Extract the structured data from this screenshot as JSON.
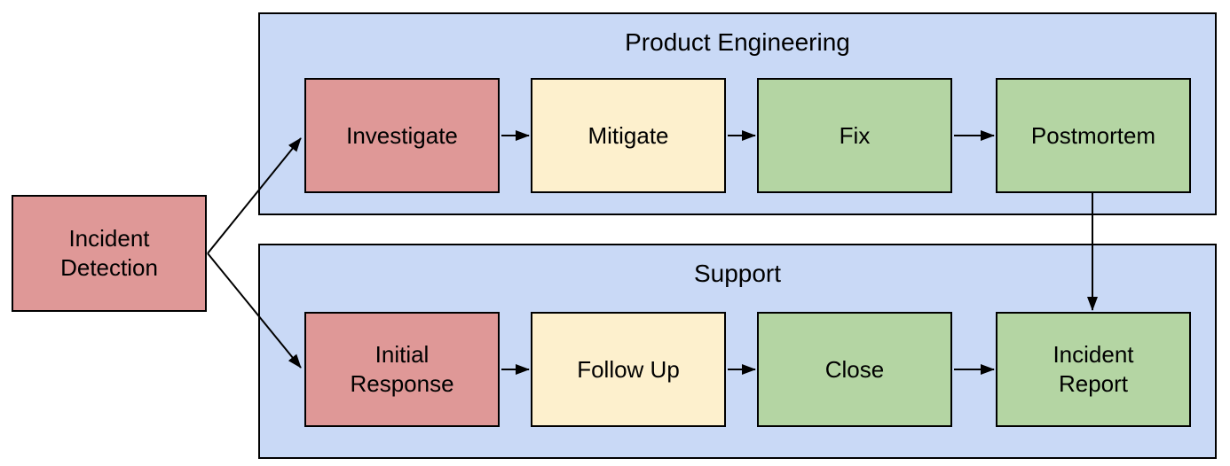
{
  "diagram": {
    "type": "flowchart",
    "detection_node": {
      "label": "Incident\nDetection",
      "color": "#DF9897"
    },
    "lanes": [
      {
        "title": "Product Engineering",
        "color": "#C9D9F6",
        "steps": [
          {
            "label": "Investigate",
            "color": "#DF9897"
          },
          {
            "label": "Mitigate",
            "color": "#FDF0CD"
          },
          {
            "label": "Fix",
            "color": "#B4D5A3"
          },
          {
            "label": "Postmortem",
            "color": "#B4D5A3"
          }
        ]
      },
      {
        "title": "Support",
        "color": "#C9D9F6",
        "steps": [
          {
            "label": "Initial\nResponse",
            "color": "#DF9897"
          },
          {
            "label": "Follow Up",
            "color": "#FDF0CD"
          },
          {
            "label": "Close",
            "color": "#B4D5A3"
          },
          {
            "label": "Incident\nReport",
            "color": "#B4D5A3"
          }
        ]
      }
    ],
    "edges": [
      {
        "from": "Incident Detection",
        "to": "Investigate"
      },
      {
        "from": "Incident Detection",
        "to": "Initial Response"
      },
      {
        "from": "Investigate",
        "to": "Mitigate"
      },
      {
        "from": "Mitigate",
        "to": "Fix"
      },
      {
        "from": "Fix",
        "to": "Postmortem"
      },
      {
        "from": "Postmortem",
        "to": "Incident Report"
      },
      {
        "from": "Initial Response",
        "to": "Follow Up"
      },
      {
        "from": "Follow Up",
        "to": "Close"
      },
      {
        "from": "Close",
        "to": "Incident Report"
      }
    ],
    "colors": {
      "node_red": "#DF9897",
      "node_yellow": "#FDF0CD",
      "node_green": "#B4D5A3",
      "lane_blue": "#C9D9F6",
      "stroke": "#000000"
    }
  }
}
